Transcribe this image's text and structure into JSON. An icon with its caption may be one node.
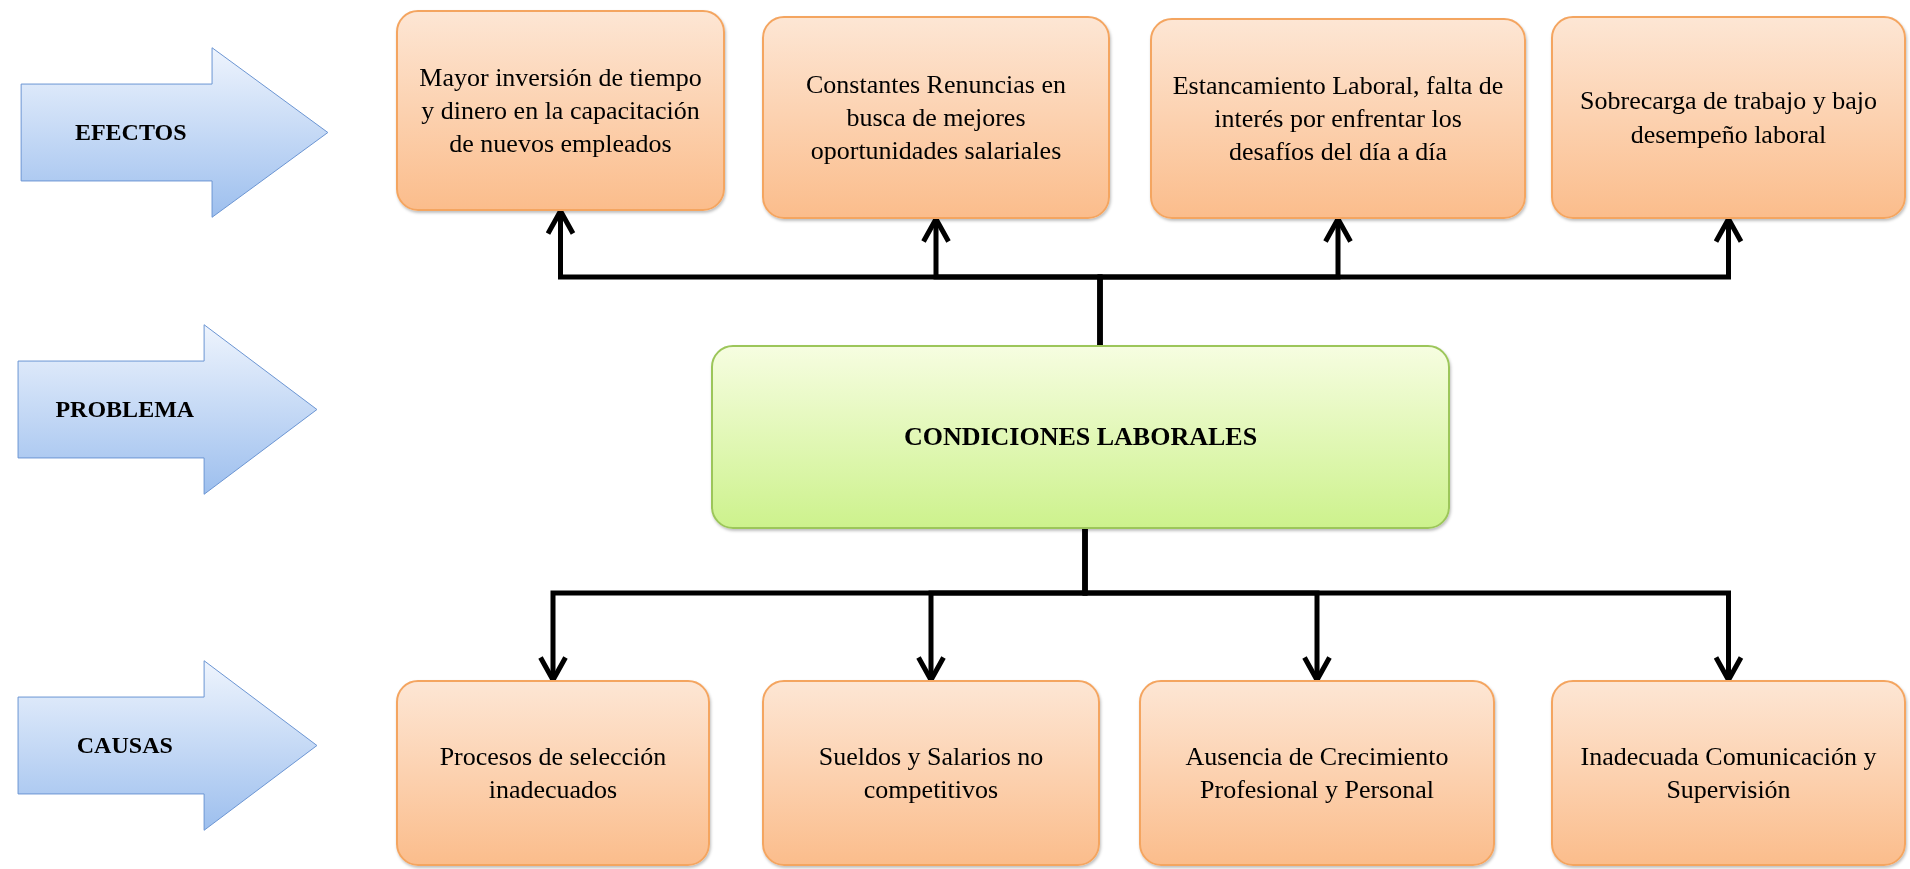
{
  "diagram": {
    "nodes": [
      {
        "text": [
          "EFECTOS"
        ]
      },
      {
        "text": [
          "PROBLEMA"
        ]
      },
      {
        "text": [
          "CAUSAS"
        ]
      },
      {
        "text": [
          "Mayor inversión de tiempo y dinero en la capacitación de nuevos empleados"
        ]
      },
      {
        "text": [
          "Constantes Renuncias en busca de mejores oportunidades salariales"
        ]
      },
      {
        "text": [
          "Estancamiento Laboral, falta de interés por enfrentar los desafíos del día a día"
        ]
      },
      {
        "text": [
          "Sobrecarga de trabajo y bajo desempeño laboral"
        ]
      },
      {
        "text": [
          "CONDICIONES LABORALES"
        ]
      },
      {
        "text": [
          "Procesos de selección inadecuados"
        ]
      },
      {
        "text": [
          "Sueldos y Salarios no competitivos"
        ]
      },
      {
        "text": [
          "Ausencia de Crecimiento Profesional y Personal"
        ]
      },
      {
        "text": [
          "Inadecuada Comunicación y Supervisión"
        ]
      }
    ],
    "edges": [
      {
        "from": 7,
        "to": 3,
        "arrow": "to"
      },
      {
        "from": 7,
        "to": 4,
        "arrow": "to"
      },
      {
        "from": 7,
        "to": 5,
        "arrow": "to"
      },
      {
        "from": 7,
        "to": 6,
        "arrow": "to"
      },
      {
        "from": 7,
        "to": 8,
        "arrow": "to"
      },
      {
        "from": 7,
        "to": 9,
        "arrow": "to"
      },
      {
        "from": 7,
        "to": 10,
        "arrow": "to"
      },
      {
        "from": 7,
        "to": 11,
        "arrow": "to"
      }
    ]
  }
}
